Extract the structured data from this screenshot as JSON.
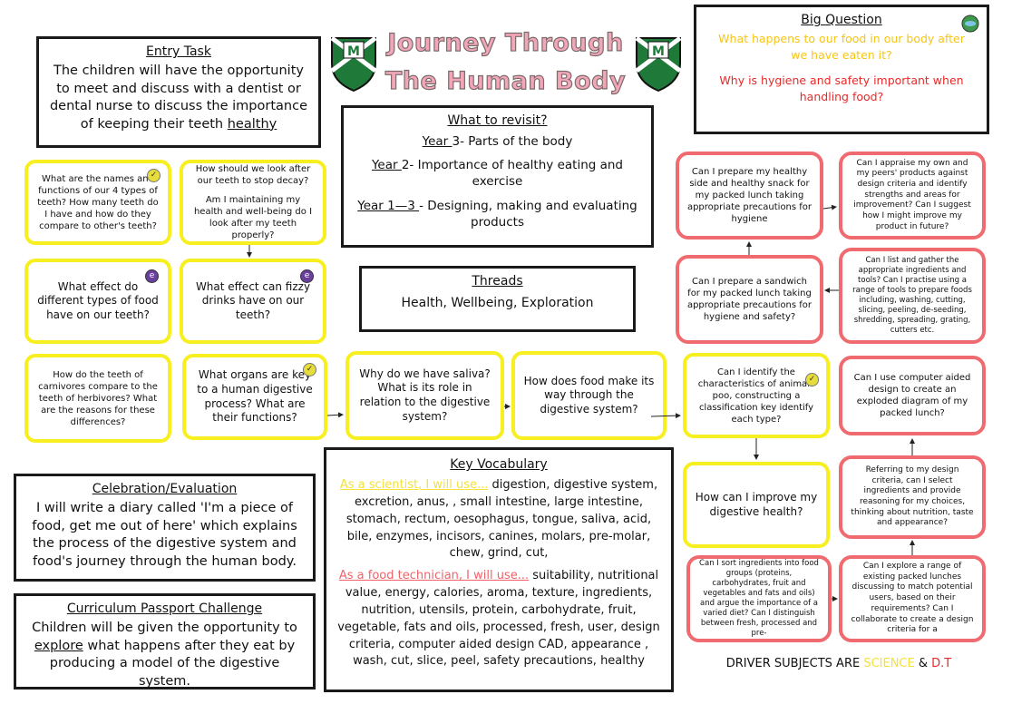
{
  "header": {
    "title_line1": "Journey Through",
    "title_line2": "The Human Body",
    "shield_letter": "M"
  },
  "entry_task": {
    "title": "Entry Task",
    "text_a": "The children will have the opportunity to meet and discuss with a dentist or dental nurse to discuss the importance of keeping their teeth ",
    "text_b": "healthy"
  },
  "big_question": {
    "title": "Big Question",
    "q1": "What happens to our food in our body after we have eaten it?",
    "q2": "Why is hygiene and safety important when handling food?"
  },
  "revisit": {
    "title": "What to revisit?",
    "y3_label": "Year ",
    "y3_rest": "3- Parts of the body",
    "y2_label": "Year ",
    "y2_rest": "2- Importance of healthy eating and exercise",
    "y1_label": "Year 1—3 ",
    "y1_rest": "- Designing, making and evaluating products"
  },
  "threads": {
    "title": "Threads",
    "text": "Health, Wellbeing, Exploration"
  },
  "science_questions": {
    "q1": "What are the names and functions of our 4 types of teeth? How many teeth do I have and how do they compare to other's teeth?",
    "q2a": "How should we look after our teeth to stop decay?",
    "q2b": "Am I maintaining my health and well-being do I look after my teeth properly?",
    "q3": "What effect do different types of food have on our teeth?",
    "q4": "What effect can fizzy drinks have on our teeth?",
    "q5": "How do the teeth of carnivores compare to the teeth of herbivores? What are the reasons for these differences?",
    "q6": "What organs are key to a human digestive process? What are their functions?",
    "q7": "Why do we have saliva? What is its role in relation to the digestive system?",
    "q8": "How does food make its way through the digestive system?",
    "q9": "Can I identify the characteristics of animals poo, constructing a classification key identify each type?",
    "q10": "How can I improve my digestive health?"
  },
  "dt_questions": {
    "d1": "Can I prepare my healthy side and healthy snack for my packed lunch taking appropriate precautions for hygiene",
    "d2": "Can I appraise my own and my peers' products against design criteria and identify strengths and areas for improvement? Can I suggest how I might improve my product in future?",
    "d3": "Can I prepare a sandwich for my packed lunch taking appropriate precautions for hygiene and safety?",
    "d4": "Can I list and gather the appropriate ingredients and tools? Can I practise using a range of tools to prepare foods including, washing, cutting, slicing, peeling, de-seeding, shredding, spreading, grating, cutters etc.",
    "d5": "Can I use computer aided design to create an exploded diagram of my packed lunch?",
    "d6": "Referring to my design criteria, can I select ingredients and provide reasoning for my choices, thinking about nutrition, taste and appearance?",
    "d7": "Can I sort ingredients into food groups (proteins, carbohydrates, fruit and vegetables and fats and oils) and argue the importance of a varied diet? Can I distinguish between fresh, processed and pre-",
    "d8": "Can I explore a range of existing packed lunches discussing to match potential users, based on their requirements? Can I collaborate to create a design criteria for a"
  },
  "vocabulary": {
    "title": "Key Vocabulary",
    "sci_label": "As a scientist, I will use...",
    "sci_words": " digestion, digestive system, excretion, anus, ,  small intestine, large intestine, stomach, rectum, oesophagus, tongue, saliva, acid, bile, enzymes, incisors, canines,  molars, pre-molar, chew, grind, cut,",
    "dt_label": "As a food technician, I will use...",
    "dt_words": "  suitability, nutritional value, energy, calories, aroma, texture, ingredients, nutrition, utensils, protein, carbohydrate, fruit, vegetable, fats and oils, processed, fresh, user, design criteria, computer aided design CAD, appearance , wash, cut, slice, peel, safety precautions, healthy"
  },
  "celebration": {
    "title": "Celebration/Evaluation",
    "text": "I will write a diary called 'I'm a piece of food, get me out of here' which explains the process of the digestive system and food's  journey through the human body."
  },
  "passport": {
    "title": "Curriculum Passport Challenge",
    "text_a": "Children will be given the opportunity to ",
    "text_b": "explore",
    "text_c": " what happens after they eat by producing a model of the digestive system."
  },
  "driver": {
    "prefix": "DRIVER SUBJECTS ARE ",
    "science": "SCIENCE",
    "amp": " & ",
    "dt": "D.T"
  },
  "colors": {
    "science_yellow": "#f7ef1f",
    "dt_red": "#f06b6f",
    "big_q_yellow": "#f5c518",
    "big_q_red": "#e82a2a",
    "title_pink": "#f4a6b9",
    "shield_green": "#1f7a3a"
  },
  "icons": {
    "science": "science-symbol-icon",
    "dt": "dt-symbol-icon",
    "globe": "globe-icon",
    "shield": "school-shield-icon"
  }
}
